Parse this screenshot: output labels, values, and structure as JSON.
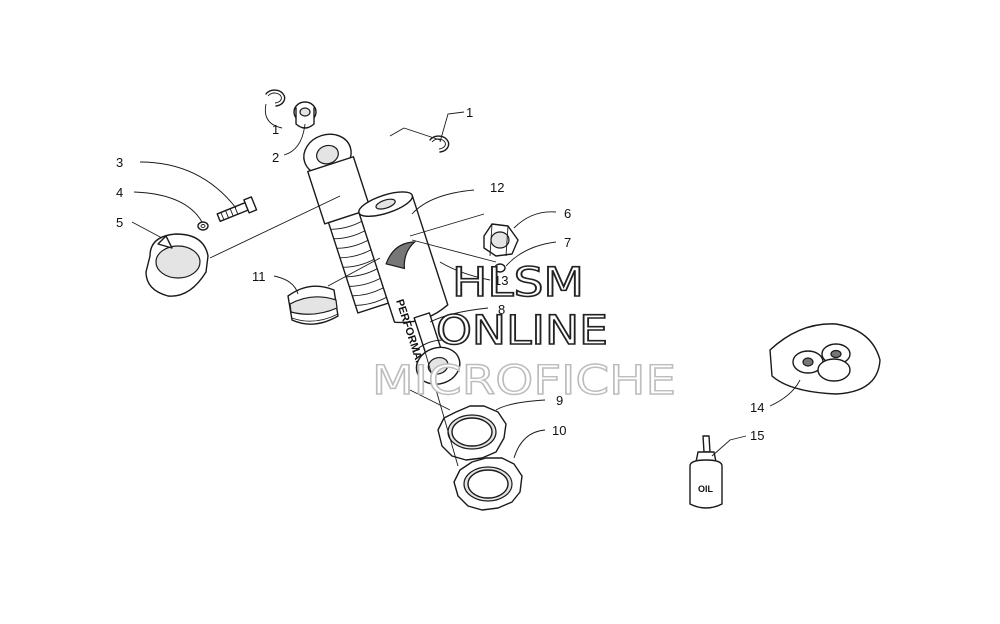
{
  "callouts": [
    {
      "id": "c1a",
      "text": "1"
    },
    {
      "id": "c1b",
      "text": "1"
    },
    {
      "id": "c2",
      "text": "2"
    },
    {
      "id": "c3",
      "text": "3"
    },
    {
      "id": "c4",
      "text": "4"
    },
    {
      "id": "c5",
      "text": "5"
    },
    {
      "id": "c6",
      "text": "6"
    },
    {
      "id": "c7",
      "text": "7"
    },
    {
      "id": "c8",
      "text": "8"
    },
    {
      "id": "c9",
      "text": "9"
    },
    {
      "id": "c10",
      "text": "10"
    },
    {
      "id": "c11",
      "text": "11"
    },
    {
      "id": "c12",
      "text": "12"
    },
    {
      "id": "c13",
      "text": "13"
    },
    {
      "id": "c14",
      "text": "14"
    },
    {
      "id": "c15",
      "text": "15"
    }
  ],
  "watermark": {
    "line1": "HLSM",
    "line2": "ONLINE",
    "line3": "MICROFICHE"
  },
  "labels": {
    "shock_logo": "PERFORMANCE",
    "oil_bottle": "OIL"
  }
}
